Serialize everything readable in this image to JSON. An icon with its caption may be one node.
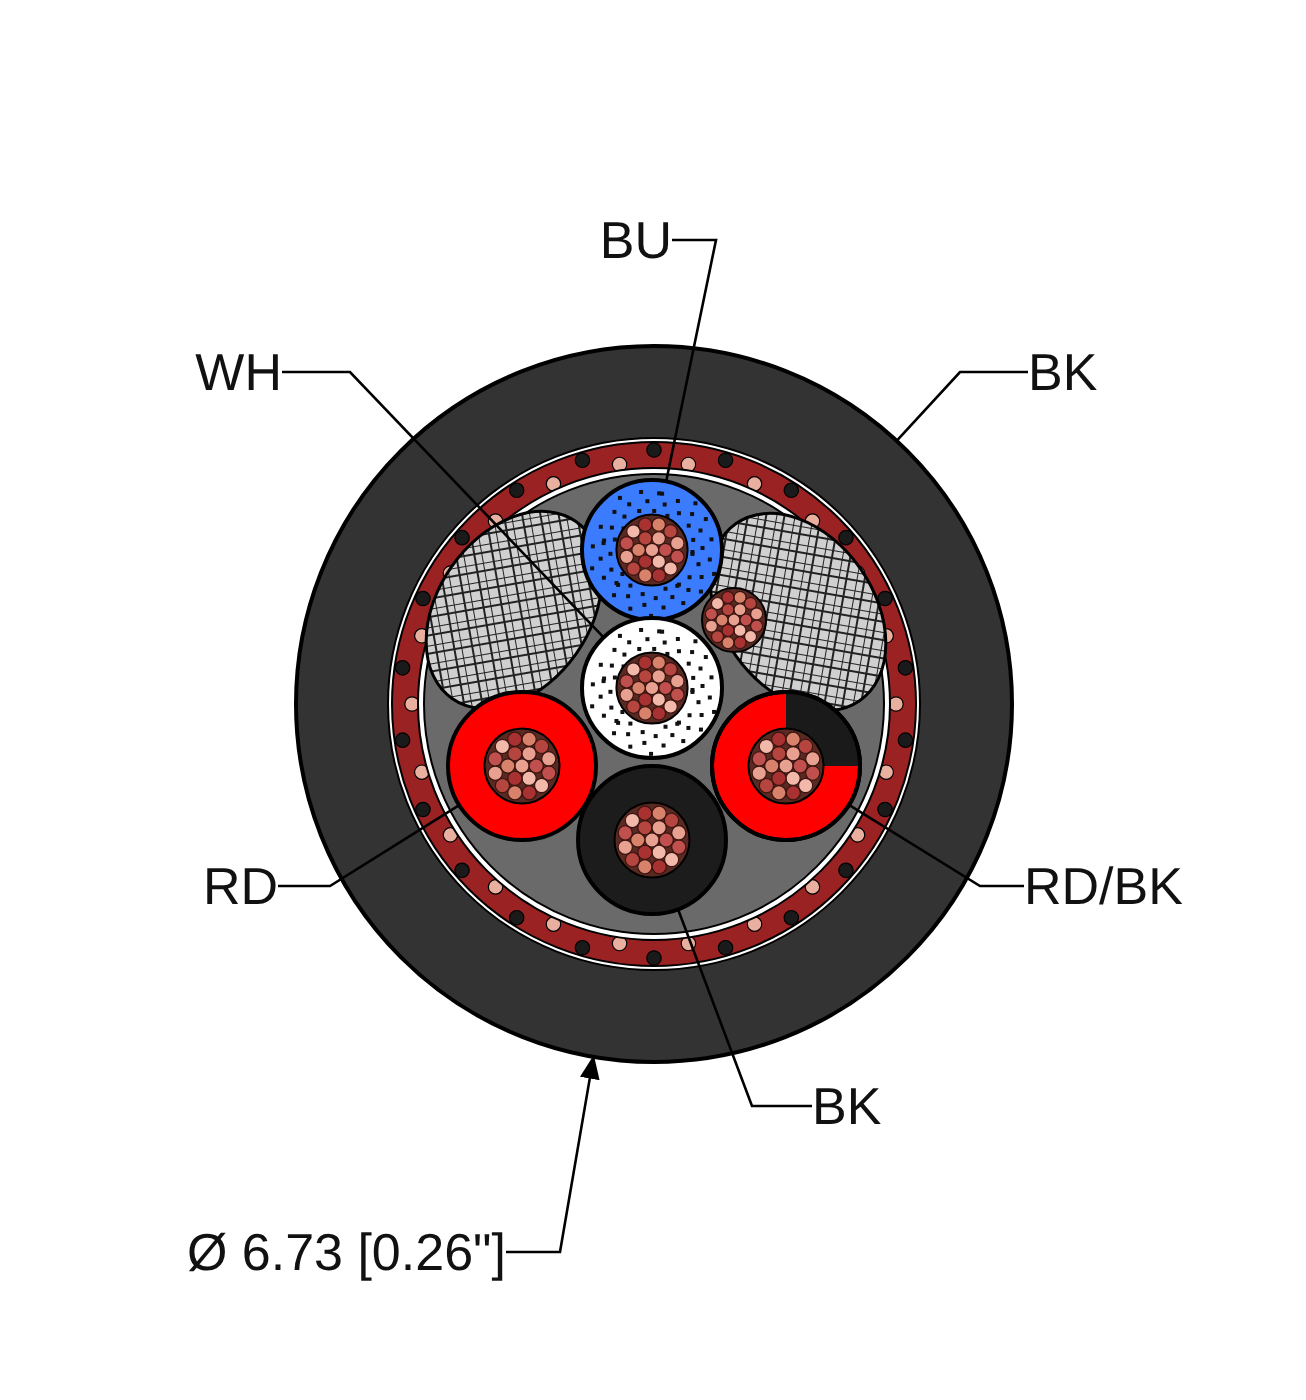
{
  "diagram": {
    "nodes": [
      {
        "text": [
          "BU"
        ]
      },
      {
        "text": [
          "WH"
        ]
      },
      {
        "text": [
          "BK"
        ]
      },
      {
        "text": [
          "RD"
        ]
      },
      {
        "text": [
          "RD/BK"
        ]
      },
      {
        "text": [
          "BK"
        ]
      },
      {
        "text": [
          "Ø 6.73 [0.26\"]"
        ]
      },
      {
        "text": [],
        "shape": "circle"
      },
      {
        "text": [],
        "shape": "circle",
        "in": 7
      },
      {
        "text": [],
        "shape": "circle",
        "in": 7
      },
      {
        "text": [],
        "shape": "circle",
        "in": 7
      },
      {
        "text": [],
        "shape": "circle",
        "in": 7
      },
      {
        "text": [],
        "shape": "circle",
        "in": 7
      }
    ],
    "edges": [
      {
        "from": 0,
        "to": 8,
        "arrow": "none"
      },
      {
        "from": 1,
        "to": 9,
        "arrow": "none"
      },
      {
        "from": 2,
        "to": 7,
        "arrow": "none"
      },
      {
        "from": 3,
        "to": 10,
        "arrow": "none"
      },
      {
        "from": 4,
        "to": 11,
        "arrow": "none"
      },
      {
        "from": 5,
        "to": 12,
        "arrow": "none"
      },
      {
        "from": 6,
        "to": 7,
        "arrow": "to"
      }
    ]
  }
}
